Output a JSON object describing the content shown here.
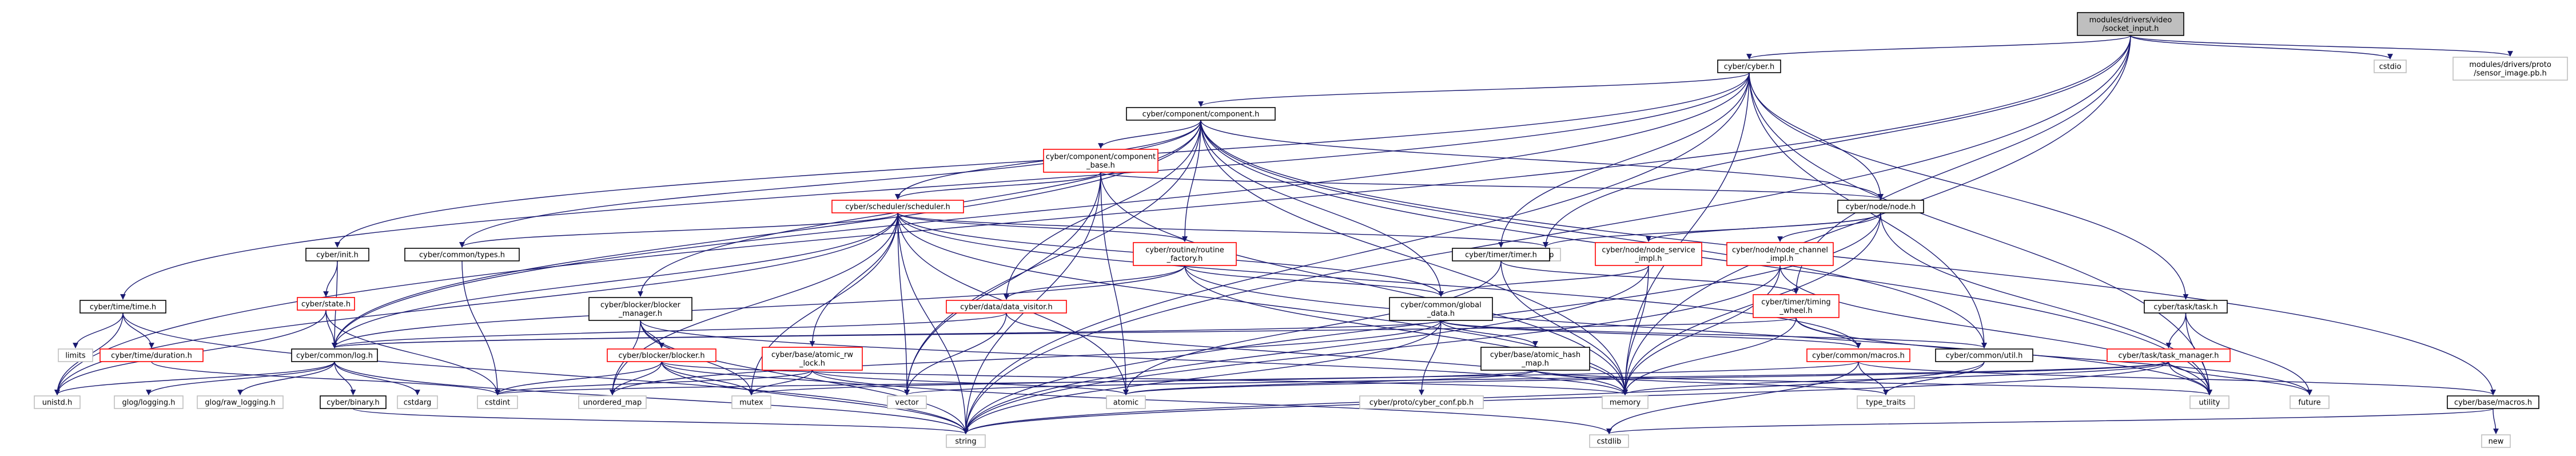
{
  "nodes": [
    {
      "id": "root",
      "lines": [
        "modules/drivers/video",
        "/socket_input.h"
      ],
      "kind": "root"
    },
    {
      "id": "cyber_h",
      "lines": [
        "cyber/cyber.h"
      ],
      "kind": "doc"
    },
    {
      "id": "cstdio",
      "lines": [
        "cstdio"
      ],
      "kind": "sys"
    },
    {
      "id": "sensor_image",
      "lines": [
        "modules/drivers/proto",
        "/sensor_image.pb.h"
      ],
      "kind": "sys"
    },
    {
      "id": "component_h",
      "lines": [
        "cyber/component/component.h"
      ],
      "kind": "doc"
    },
    {
      "id": "component_base",
      "lines": [
        "cyber/component/component",
        "_base.h"
      ],
      "kind": "red"
    },
    {
      "id": "scheduler",
      "lines": [
        "cyber/scheduler/scheduler.h"
      ],
      "kind": "red"
    },
    {
      "id": "node_h",
      "lines": [
        "cyber/node/node.h"
      ],
      "kind": "doc"
    },
    {
      "id": "map",
      "lines": [
        "map"
      ],
      "kind": "sys"
    },
    {
      "id": "node_service",
      "lines": [
        "cyber/node/node_service",
        "_impl.h"
      ],
      "kind": "red"
    },
    {
      "id": "node_channel",
      "lines": [
        "cyber/node/node_channel",
        "_impl.h"
      ],
      "kind": "red"
    },
    {
      "id": "init_h",
      "lines": [
        "cyber/init.h"
      ],
      "kind": "doc"
    },
    {
      "id": "common_types",
      "lines": [
        "cyber/common/types.h"
      ],
      "kind": "doc"
    },
    {
      "id": "routine_factory",
      "lines": [
        "cyber/routine/routine",
        "_factory.h"
      ],
      "kind": "red"
    },
    {
      "id": "timer_h",
      "lines": [
        "cyber/timer/timer.h"
      ],
      "kind": "doc"
    },
    {
      "id": "timing_wheel",
      "lines": [
        "cyber/timer/timing",
        "_wheel.h"
      ],
      "kind": "red"
    },
    {
      "id": "time_h",
      "lines": [
        "cyber/time/time.h"
      ],
      "kind": "doc"
    },
    {
      "id": "limits",
      "lines": [
        "limits"
      ],
      "kind": "sys"
    },
    {
      "id": "duration",
      "lines": [
        "cyber/time/duration.h"
      ],
      "kind": "red"
    },
    {
      "id": "state_h",
      "lines": [
        "cyber/state.h"
      ],
      "kind": "red"
    },
    {
      "id": "blocker_manager",
      "lines": [
        "cyber/blocker/blocker",
        "_manager.h"
      ],
      "kind": "doc"
    },
    {
      "id": "blocker_h",
      "lines": [
        "cyber/blocker/blocker.h"
      ],
      "kind": "red"
    },
    {
      "id": "data_visitor",
      "lines": [
        "cyber/data/data_visitor.h"
      ],
      "kind": "red"
    },
    {
      "id": "global_data",
      "lines": [
        "cyber/common/global",
        "_data.h"
      ],
      "kind": "doc"
    },
    {
      "id": "atomic_rw_lock",
      "lines": [
        "cyber/base/atomic_rw",
        "_lock.h"
      ],
      "kind": "red"
    },
    {
      "id": "atomic_hash_map",
      "lines": [
        "cyber/base/atomic_hash",
        "_map.h"
      ],
      "kind": "doc"
    },
    {
      "id": "cyber_conf",
      "lines": [
        "cyber/proto/cyber_conf.pb.h"
      ],
      "kind": "sys"
    },
    {
      "id": "common_macros",
      "lines": [
        "cyber/common/macros.h"
      ],
      "kind": "red"
    },
    {
      "id": "common_util",
      "lines": [
        "cyber/common/util.h"
      ],
      "kind": "doc"
    },
    {
      "id": "task_h",
      "lines": [
        "cyber/task/task.h"
      ],
      "kind": "doc"
    },
    {
      "id": "task_manager",
      "lines": [
        "cyber/task/task_manager.h"
      ],
      "kind": "red"
    },
    {
      "id": "base_macros",
      "lines": [
        "cyber/base/macros.h"
      ],
      "kind": "doc"
    },
    {
      "id": "new",
      "lines": [
        "new"
      ],
      "kind": "sys"
    },
    {
      "id": "log_h",
      "lines": [
        "cyber/common/log.h"
      ],
      "kind": "doc"
    },
    {
      "id": "binary_h",
      "lines": [
        "cyber/binary.h"
      ],
      "kind": "doc"
    },
    {
      "id": "unistd",
      "lines": [
        "unistd.h"
      ],
      "kind": "sys"
    },
    {
      "id": "glog_logging",
      "lines": [
        "glog/logging.h"
      ],
      "kind": "sys"
    },
    {
      "id": "glog_raw",
      "lines": [
        "glog/raw_logging.h"
      ],
      "kind": "sys"
    },
    {
      "id": "cstdarg",
      "lines": [
        "cstdarg"
      ],
      "kind": "sys"
    },
    {
      "id": "cstdint",
      "lines": [
        "cstdint"
      ],
      "kind": "sys"
    },
    {
      "id": "unordered_map",
      "lines": [
        "unordered_map"
      ],
      "kind": "sys"
    },
    {
      "id": "mutex",
      "lines": [
        "mutex"
      ],
      "kind": "sys"
    },
    {
      "id": "vector",
      "lines": [
        "vector"
      ],
      "kind": "sys"
    },
    {
      "id": "atomic",
      "lines": [
        "atomic"
      ],
      "kind": "sys"
    },
    {
      "id": "memory",
      "lines": [
        "memory"
      ],
      "kind": "sys"
    },
    {
      "id": "type_traits",
      "lines": [
        "type_traits"
      ],
      "kind": "sys"
    },
    {
      "id": "utility",
      "lines": [
        "utility"
      ],
      "kind": "sys"
    },
    {
      "id": "future",
      "lines": [
        "future"
      ],
      "kind": "sys"
    },
    {
      "id": "string",
      "lines": [
        "string"
      ],
      "kind": "sys"
    },
    {
      "id": "cstdlib",
      "lines": [
        "cstdlib"
      ],
      "kind": "sys"
    }
  ],
  "edges": [
    [
      "root",
      "cyber_h"
    ],
    [
      "root",
      "cstdio"
    ],
    [
      "root",
      "sensor_image"
    ],
    [
      "root",
      "map"
    ],
    [
      "root",
      "memory"
    ],
    [
      "root",
      "string"
    ],
    [
      "root",
      "unistd"
    ],
    [
      "root",
      "timing_wheel"
    ],
    [
      "cyber_h",
      "component_h"
    ],
    [
      "cyber_h",
      "init_h"
    ],
    [
      "cyber_h",
      "node_h"
    ],
    [
      "cyber_h",
      "timer_h"
    ],
    [
      "cyber_h",
      "time_h"
    ],
    [
      "cyber_h",
      "task_h"
    ],
    [
      "cyber_h",
      "common_util"
    ],
    [
      "cyber_h",
      "log_h"
    ],
    [
      "cyber_h",
      "utility"
    ],
    [
      "cyber_h",
      "string"
    ],
    [
      "cyber_h",
      "memory"
    ],
    [
      "component_h",
      "component_base"
    ],
    [
      "component_h",
      "scheduler"
    ],
    [
      "component_h",
      "node_h"
    ],
    [
      "component_h",
      "common_types"
    ],
    [
      "component_h",
      "routine_factory"
    ],
    [
      "component_h",
      "blocker_manager"
    ],
    [
      "component_h",
      "data_visitor"
    ],
    [
      "component_h",
      "global_data"
    ],
    [
      "component_h",
      "common_util"
    ],
    [
      "component_h",
      "base_macros"
    ],
    [
      "component_h",
      "log_h"
    ],
    [
      "component_h",
      "vector"
    ],
    [
      "component_h",
      "memory"
    ],
    [
      "component_h",
      "utility"
    ],
    [
      "component_base",
      "scheduler"
    ],
    [
      "component_base",
      "node_h"
    ],
    [
      "component_base",
      "atomic"
    ],
    [
      "component_base",
      "string"
    ],
    [
      "component_base",
      "vector"
    ],
    [
      "component_base",
      "memory"
    ],
    [
      "scheduler",
      "map"
    ],
    [
      "scheduler",
      "common_types"
    ],
    [
      "scheduler",
      "routine_factory"
    ],
    [
      "scheduler",
      "global_data"
    ],
    [
      "scheduler",
      "atomic_rw_lock"
    ],
    [
      "scheduler",
      "log_h"
    ],
    [
      "scheduler",
      "common_macros"
    ],
    [
      "scheduler",
      "unordered_map"
    ],
    [
      "scheduler",
      "mutex"
    ],
    [
      "scheduler",
      "vector"
    ],
    [
      "scheduler",
      "atomic"
    ],
    [
      "scheduler",
      "memory"
    ],
    [
      "scheduler",
      "string"
    ],
    [
      "scheduler",
      "unistd"
    ],
    [
      "node_h",
      "map"
    ],
    [
      "node_h",
      "node_service"
    ],
    [
      "node_h",
      "node_channel"
    ],
    [
      "node_h",
      "memory"
    ],
    [
      "node_h",
      "string"
    ],
    [
      "node_h",
      "utility"
    ],
    [
      "node_service",
      "global_data"
    ],
    [
      "node_service",
      "memory"
    ],
    [
      "node_service",
      "string"
    ],
    [
      "node_channel",
      "memory"
    ],
    [
      "node_channel",
      "string"
    ],
    [
      "node_channel",
      "utility"
    ],
    [
      "init_h",
      "state_h"
    ],
    [
      "init_h",
      "log_h"
    ],
    [
      "common_types",
      "cstdint"
    ],
    [
      "routine_factory",
      "data_visitor"
    ],
    [
      "routine_factory",
      "global_data"
    ],
    [
      "routine_factory",
      "log_h"
    ],
    [
      "routine_factory",
      "memory"
    ],
    [
      "routine_factory",
      "utility"
    ],
    [
      "timer_h",
      "timing_wheel"
    ],
    [
      "timer_h",
      "memory"
    ],
    [
      "timer_h",
      "atomic"
    ],
    [
      "timing_wheel",
      "common_macros"
    ],
    [
      "timing_wheel",
      "log_h"
    ],
    [
      "timing_wheel",
      "memory"
    ],
    [
      "timing_wheel",
      "future"
    ],
    [
      "time_h",
      "limits"
    ],
    [
      "time_h",
      "duration"
    ],
    [
      "time_h",
      "string"
    ],
    [
      "time_h",
      "unistd"
    ],
    [
      "duration",
      "cstdint"
    ],
    [
      "state_h",
      "log_h"
    ],
    [
      "state_h",
      "unistd"
    ],
    [
      "state_h",
      "cstdint"
    ],
    [
      "blocker_manager",
      "blocker_h"
    ],
    [
      "blocker_manager",
      "unordered_map"
    ],
    [
      "blocker_manager",
      "mutex"
    ],
    [
      "blocker_manager",
      "memory"
    ],
    [
      "blocker_manager",
      "string"
    ],
    [
      "blocker_h",
      "unordered_map"
    ],
    [
      "blocker_h",
      "mutex"
    ],
    [
      "blocker_h",
      "vector"
    ],
    [
      "blocker_h",
      "memory"
    ],
    [
      "blocker_h",
      "string"
    ],
    [
      "blocker_h",
      "cstdint"
    ],
    [
      "data_visitor",
      "log_h"
    ],
    [
      "data_visitor",
      "vector"
    ],
    [
      "data_visitor",
      "memory"
    ],
    [
      "global_data",
      "log_h"
    ],
    [
      "global_data",
      "atomic_hash_map"
    ],
    [
      "global_data",
      "cyber_conf"
    ],
    [
      "global_data",
      "common_macros"
    ],
    [
      "global_data",
      "common_util"
    ],
    [
      "global_data",
      "unordered_map"
    ],
    [
      "global_data",
      "string"
    ],
    [
      "atomic_rw_lock",
      "mutex"
    ],
    [
      "atomic_rw_lock",
      "atomic"
    ],
    [
      "atomic_rw_lock",
      "cstdlib"
    ],
    [
      "atomic_rw_lock",
      "cstdint"
    ],
    [
      "atomic_hash_map",
      "atomic"
    ],
    [
      "atomic_hash_map",
      "type_traits"
    ],
    [
      "atomic_hash_map",
      "utility"
    ],
    [
      "atomic_hash_map",
      "cstdint"
    ],
    [
      "common_macros",
      "base_macros"
    ],
    [
      "common_macros",
      "mutex"
    ],
    [
      "common_macros",
      "type_traits"
    ],
    [
      "common_macros",
      "cstdlib"
    ],
    [
      "common_macros",
      "iostream"
    ],
    [
      "common_util",
      "type_traits"
    ],
    [
      "common_util",
      "string"
    ],
    [
      "task_h",
      "task_manager"
    ],
    [
      "task_h",
      "future"
    ],
    [
      "task_h",
      "utility"
    ],
    [
      "task_manager",
      "future"
    ],
    [
      "task_manager",
      "utility"
    ],
    [
      "task_manager",
      "atomic"
    ],
    [
      "task_manager",
      "memory"
    ],
    [
      "task_manager",
      "string"
    ],
    [
      "task_manager",
      "vector"
    ],
    [
      "base_macros",
      "new"
    ],
    [
      "base_macros",
      "cstdlib"
    ],
    [
      "log_h",
      "binary_h"
    ],
    [
      "log_h",
      "glog_logging"
    ],
    [
      "log_h",
      "glog_raw"
    ],
    [
      "log_h",
      "cstdarg"
    ],
    [
      "log_h",
      "string"
    ],
    [
      "log_h",
      "unistd"
    ],
    [
      "binary_h",
      "string"
    ]
  ],
  "colors": {
    "root_fill": "#bfbfbf",
    "doc_fill": "#ffffff",
    "border_black": "#000000",
    "border_red": "#ff0000",
    "border_gray": "#bfbfbf",
    "edge": "#191970"
  }
}
